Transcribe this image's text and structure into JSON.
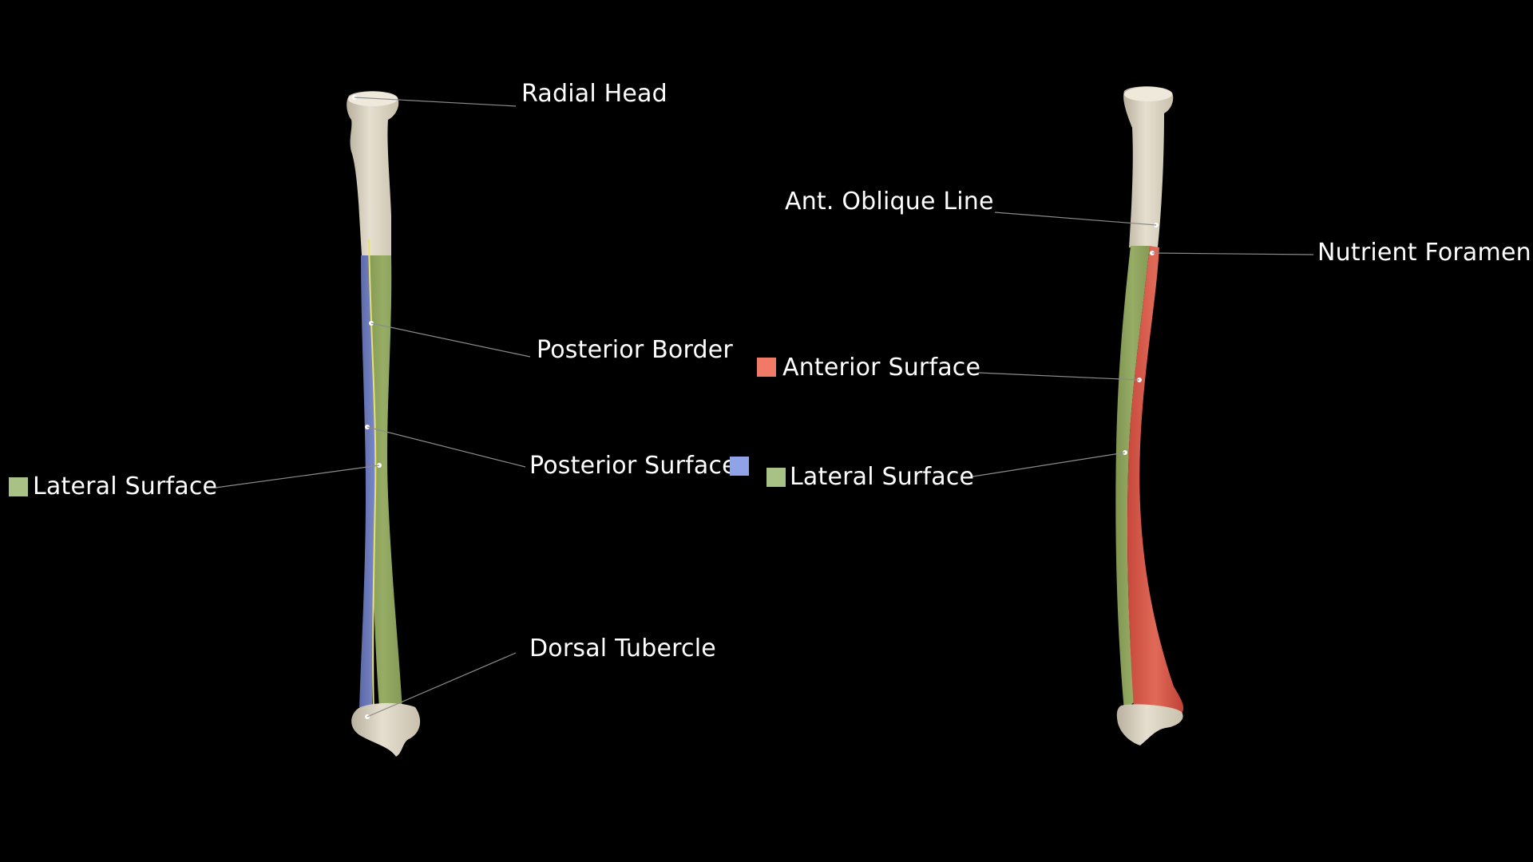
{
  "colors": {
    "background": "#000000",
    "bone": "#ded6c4",
    "lateral_surface": "#a8c184",
    "posterior_surface": "#8fa3e6",
    "anterior_surface": "#f07a66",
    "leader_line": "#9a9a9a",
    "label_text": "#ffffff"
  },
  "labels": {
    "radial_head": "Radial Head",
    "posterior_border": "Posterior Border",
    "posterior_surface": "Posterior Surface",
    "lateral_surface_left": "Lateral Surface",
    "dorsal_tubercle": "Dorsal Tubercle",
    "ant_oblique_line": "Ant. Oblique Line",
    "nutrient_foramen": "Nutrient Foramen",
    "anterior_surface": "Anterior Surface",
    "lateral_surface_right": "Lateral Surface"
  }
}
